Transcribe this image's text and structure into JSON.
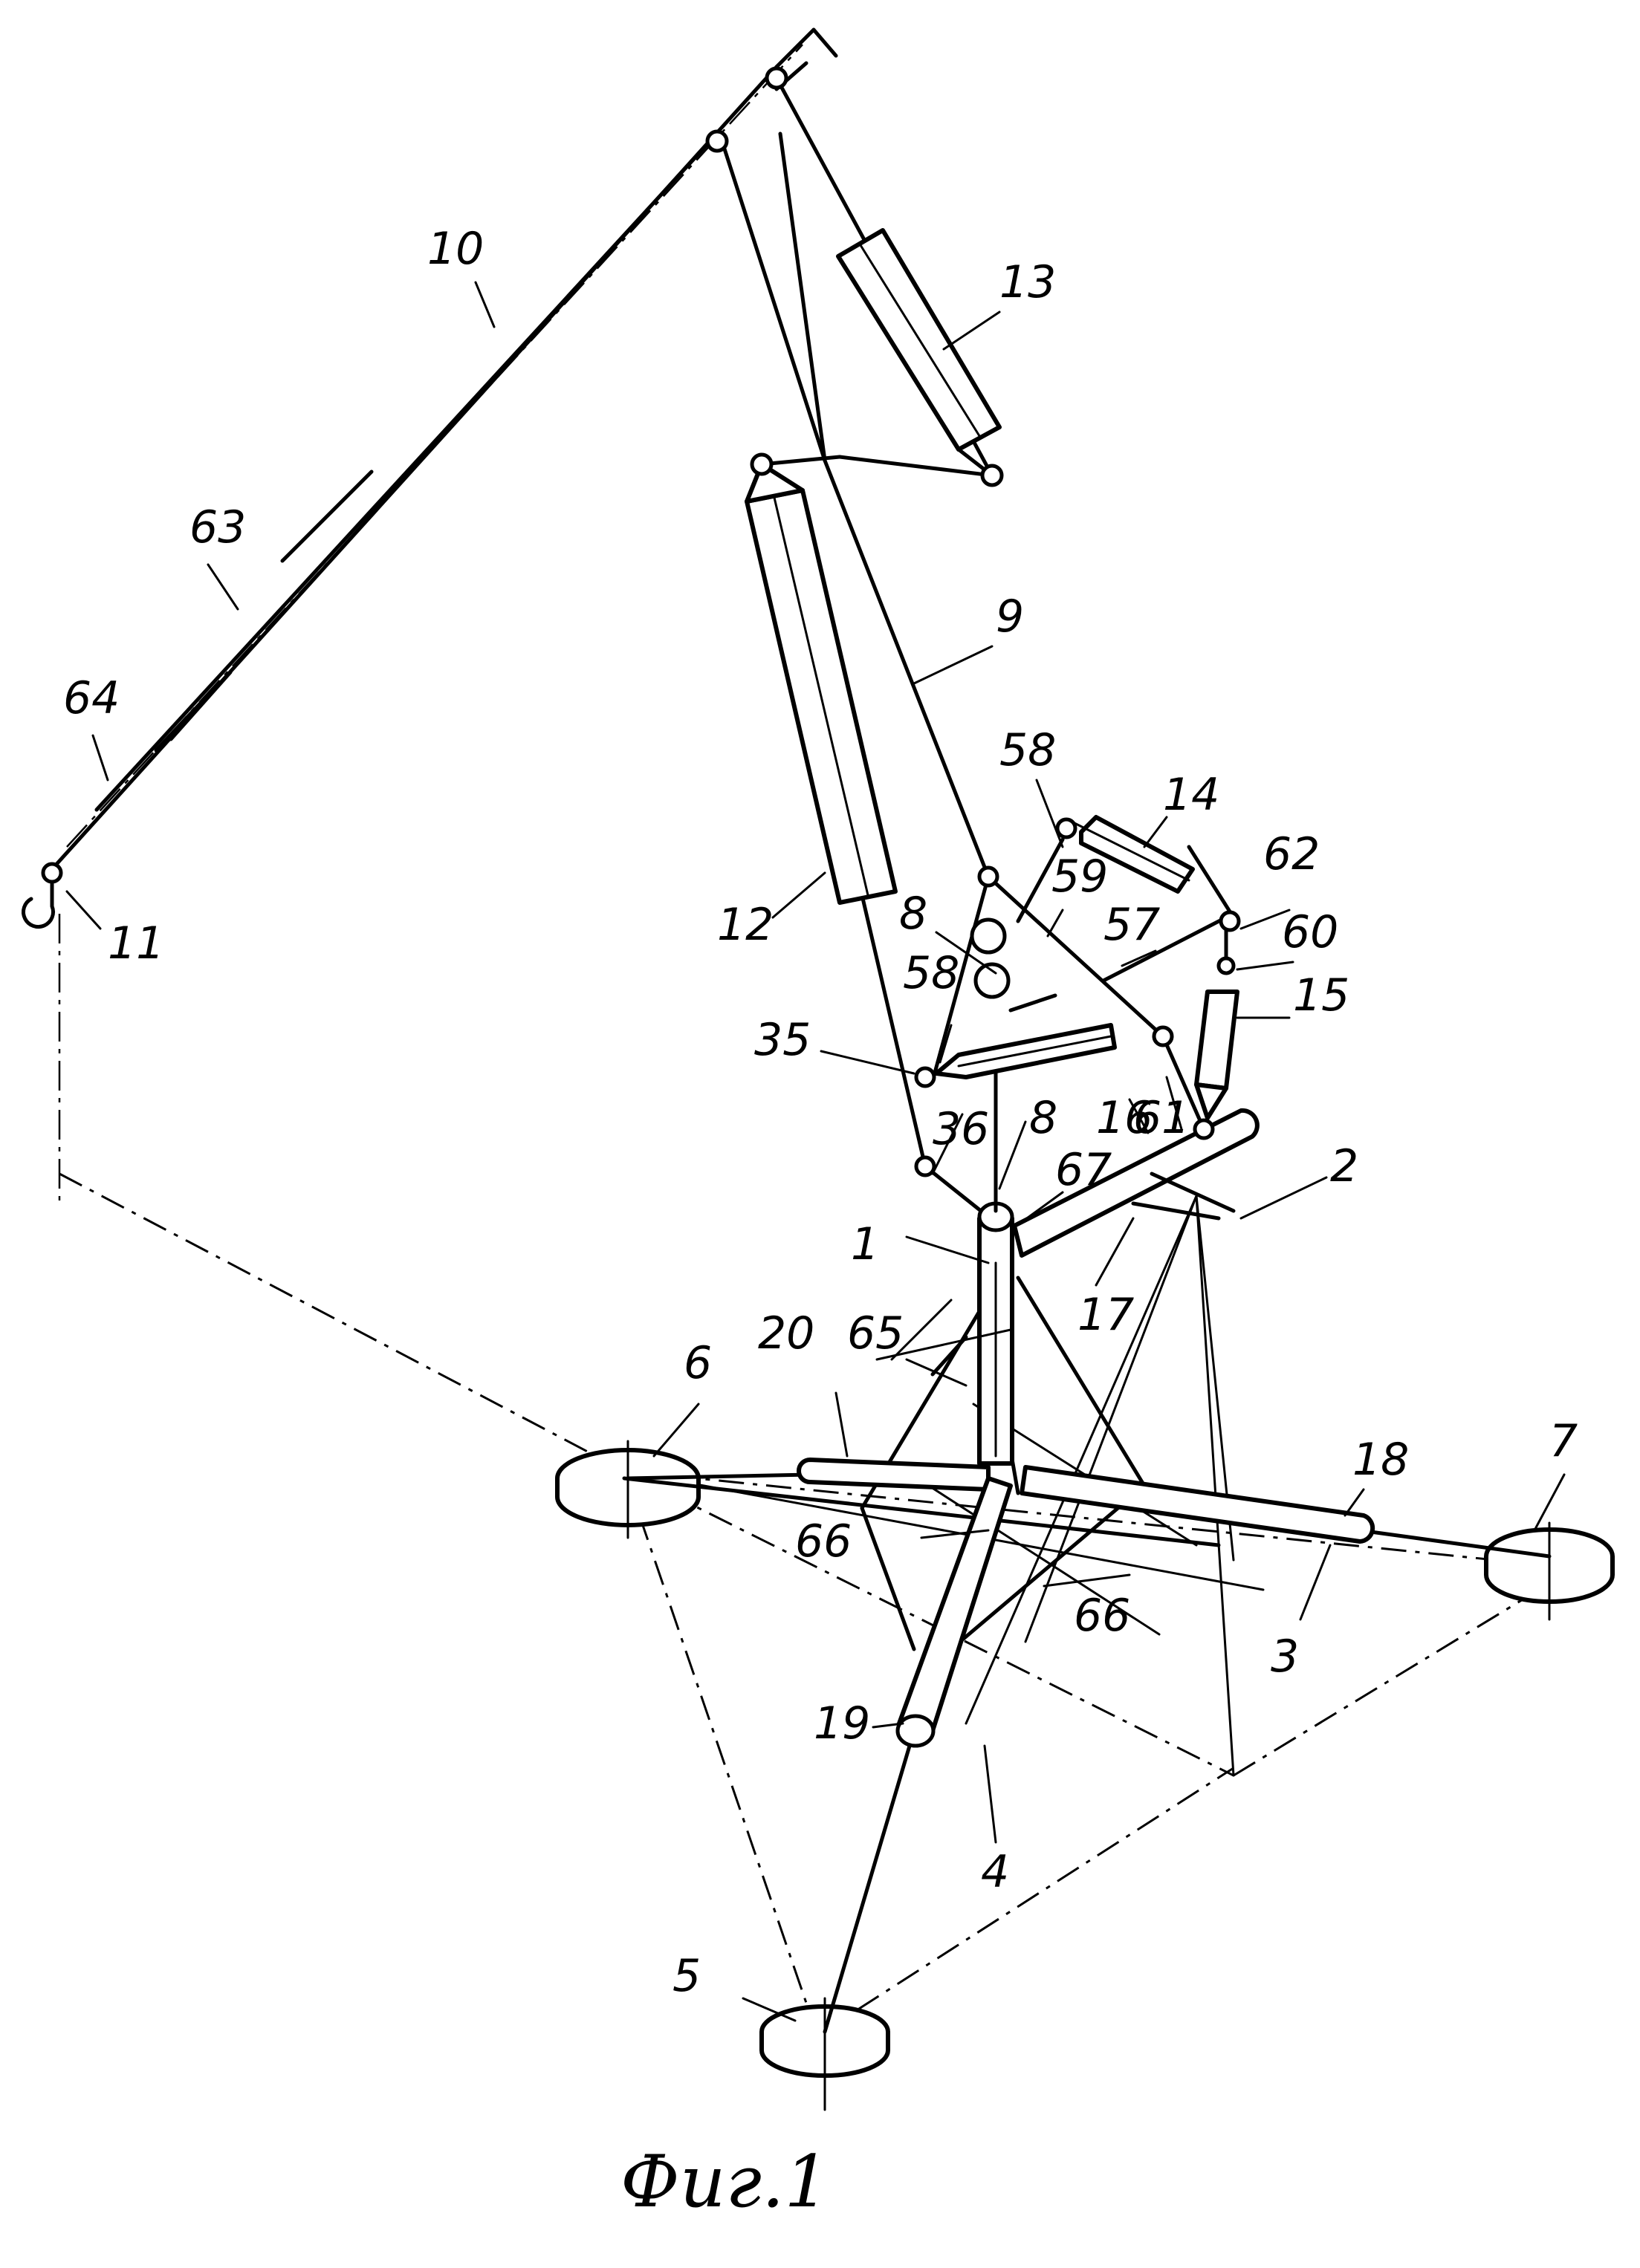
{
  "figure": {
    "caption": "Фиг.1",
    "labels": {
      "l1": "1",
      "l2": "2",
      "l3": "3",
      "l4": "4",
      "l5": "5",
      "l6": "6",
      "l7": "7",
      "l8a": "8",
      "l8b": "8",
      "l9": "9",
      "l10": "10",
      "l11": "11",
      "l12": "12",
      "l13": "13",
      "l14": "14",
      "l15": "15",
      "l16": "16",
      "l17": "17",
      "l18": "18",
      "l19": "19",
      "l20": "20",
      "l35": "35",
      "l36": "36",
      "l57": "57",
      "l58a": "58",
      "l58b": "58",
      "l59": "59",
      "l60": "60",
      "l61": "61",
      "l62": "62",
      "l63": "63",
      "l64": "64",
      "l65": "65",
      "l66a": "66",
      "l66b": "66",
      "l67": "67"
    }
  }
}
